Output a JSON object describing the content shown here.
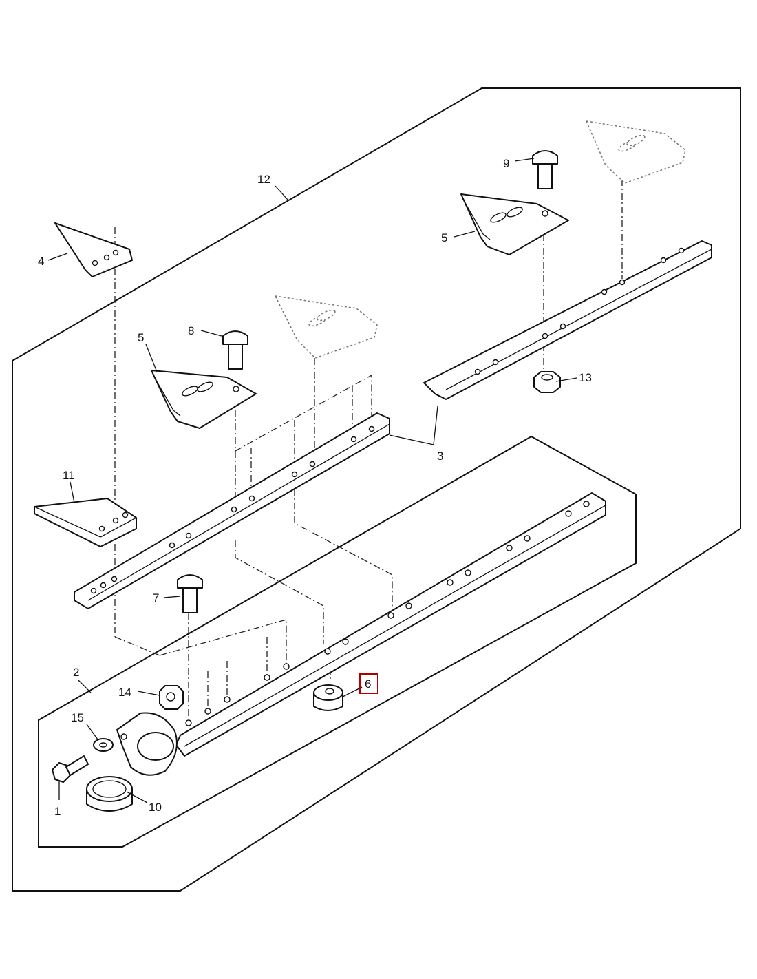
{
  "diagram": {
    "callouts": {
      "c1": "1",
      "c2": "2",
      "c3": "3",
      "c4": "4",
      "c5a": "5",
      "c5b": "5",
      "c6": "6",
      "c7": "7",
      "c8": "8",
      "c9": "9",
      "c10": "10",
      "c11": "11",
      "c12": "12",
      "c13": "13",
      "c14": "14",
      "c15": "15"
    },
    "highlight_color": "#b00000"
  }
}
